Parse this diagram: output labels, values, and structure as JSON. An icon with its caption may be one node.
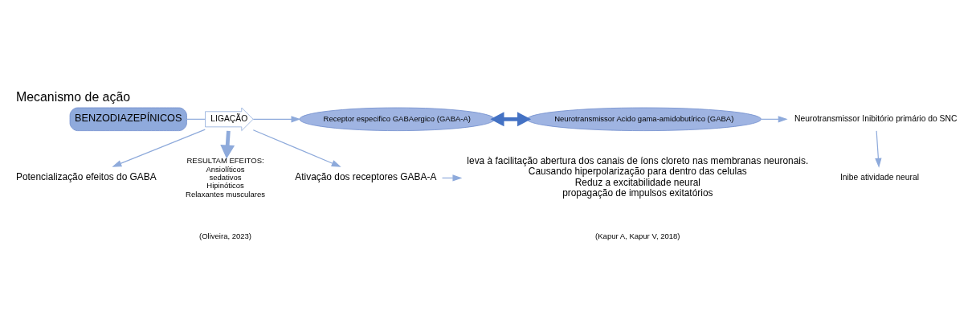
{
  "diagram": {
    "title": "Mecanismo de ação",
    "nodes": [
      {
        "text": [
          "BENZODIAZEPÍNICOS"
        ]
      },
      {
        "text": [
          "LIGAÇÃO"
        ]
      },
      {
        "text": [
          "Receptor especifico GABAergico (GABA-A)"
        ]
      },
      {
        "text": [
          "Neurotransmissor Acido gama-amidobutírico (GABA)"
        ]
      },
      {
        "text": [
          "Neurotransmissor Inibitório primário do SNC"
        ]
      },
      {
        "text": [
          "Inibe atividade neural"
        ]
      },
      {
        "text": [
          "Potencialização efeitos do GABA"
        ]
      },
      {
        "text": [
          "RESULTAM EFEITOS:",
          "Ansiolíticos",
          "sedativos",
          "Hipinóticos",
          "Relaxantes musculares"
        ]
      },
      {
        "text": [
          "Ativação dos receptores GABA-A"
        ]
      },
      {
        "text": [
          "leva à facilitação abertura dos canais de íons cloreto nas membranas neuronais.",
          "Causando hiperpolarização para dentro das celulas",
          "Reduz a excitabilidade neural",
          "propagação de impulsos exitatórios"
        ]
      }
    ],
    "edges": [
      {
        "from": 0,
        "to": 1,
        "arrow": "none"
      },
      {
        "from": 1,
        "to": 2,
        "arrow": "to"
      },
      {
        "from": 2,
        "to": 3,
        "arrow": "both",
        "style": "thick",
        "color": "#4472c4"
      },
      {
        "from": 3,
        "to": 4,
        "arrow": "to"
      },
      {
        "from": 4,
        "to": 5,
        "arrow": "to"
      },
      {
        "from": 1,
        "to": 6,
        "arrow": "to"
      },
      {
        "from": 1,
        "to": 7,
        "arrow": "to",
        "style": "thick"
      },
      {
        "from": 1,
        "to": 8,
        "arrow": "to"
      },
      {
        "from": 8,
        "to": 9,
        "arrow": "to"
      }
    ],
    "labels": [
      "(Oliveira, 2023)",
      "(Kapur A, Kapur V, 2018)"
    ]
  }
}
